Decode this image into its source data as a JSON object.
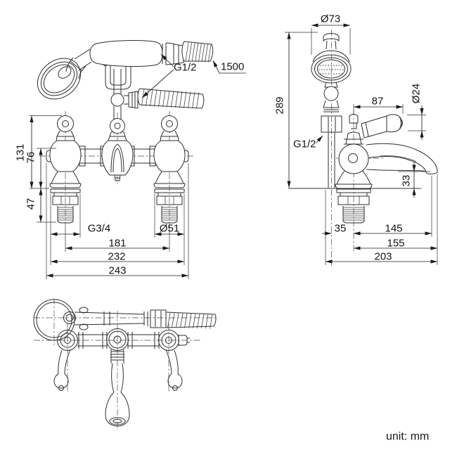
{
  "footer": {
    "unit_label": "unit: mm"
  },
  "front_view": {
    "labels": {
      "connection_thread": "G1/2",
      "hose_length": "1500",
      "height_to_handle_top": "131",
      "height_to_pipe_top": "76",
      "under_deck_depth": "47",
      "inlet_thread": "G3/4",
      "base_flange_diameter": "Ø51",
      "inlet_centres": "181",
      "body_width": "232",
      "overall_width": "243"
    }
  },
  "side_view": {
    "labels": {
      "handset_head_diameter": "Ø73",
      "overall_height": "289",
      "handle_reach": "87",
      "handle_end_diameter": "Ø24",
      "shower_hose_thread": "G1/2",
      "spout_clearance_height": "33",
      "holder_to_body_offset": "35",
      "spout_outlet_projection": "145",
      "spout_projection": "155",
      "overall_depth": "203"
    }
  }
}
